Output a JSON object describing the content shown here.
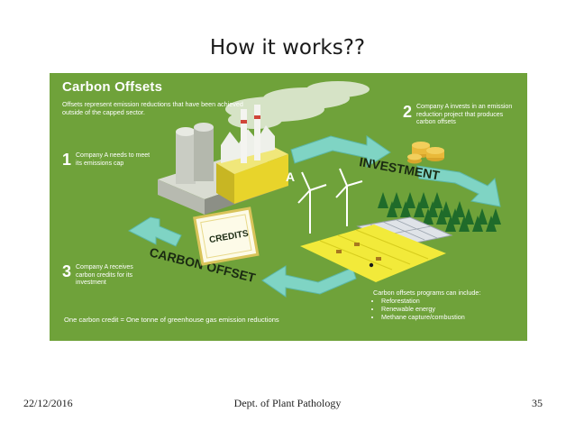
{
  "slide": {
    "title": "How it works??",
    "date": "22/12/2016",
    "department": "Dept. of Plant Pathology",
    "page_number": "35"
  },
  "diagram": {
    "heading": "Carbon Offsets",
    "intro": "Offsets represent emission reductions that have been achieved outside of the capped sector.",
    "steps": [
      {
        "number": "1",
        "text": "Company A needs to meet its emissions cap"
      },
      {
        "number": "2",
        "text": "Company A invests in an emission reduction project that produces carbon offsets"
      },
      {
        "number": "3",
        "text": "Company A receives carbon credits for its investment"
      }
    ],
    "factory_label": "A",
    "investment_label": "INVESTMENT",
    "carbon_offset_label": "CARBON OFFSET",
    "credits_label": "CREDITS",
    "footer_note": "One carbon credit = One tonne of greenhouse gas emission reductions",
    "programs_heading": "Carbon offsets programs can include:",
    "programs": [
      "Reforestation",
      "Renewable energy",
      "Methane capture/combustion"
    ],
    "colors": {
      "panel_background": "#6fa23a",
      "arrow": "#7fd4c4",
      "field": "#f2ea3a",
      "tree": "#1f6b2a",
      "factory_accent": "#e8d42b"
    }
  }
}
